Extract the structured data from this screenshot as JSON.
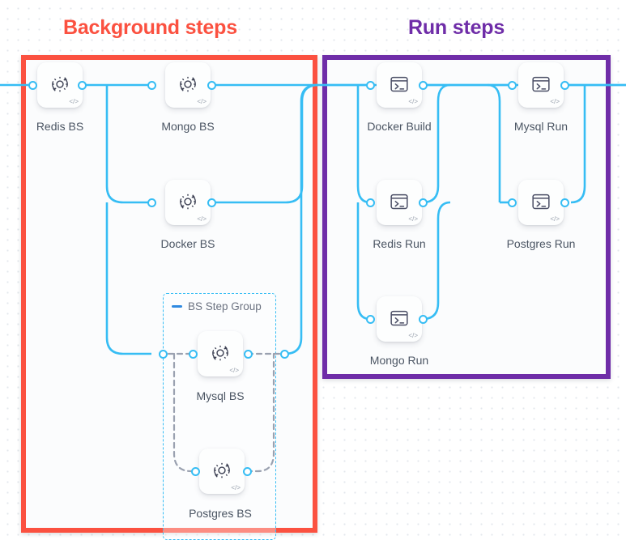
{
  "stages": [
    {
      "id": "background",
      "title": "Background steps",
      "color": "#fb5140"
    },
    {
      "id": "run",
      "title": "Run steps",
      "color": "#6f2da8"
    }
  ],
  "group": {
    "label": "BS Step Group",
    "collapse_icon": "dash-icon",
    "border_color": "#36bdf4"
  },
  "edge_color": "#36bdf4",
  "dashed_edge_color": "#9aa1b0",
  "nodes": [
    {
      "id": "redis-bs",
      "label": "Redis BS",
      "icon": "gear-rotate-icon",
      "badge": "</>",
      "stage": "background"
    },
    {
      "id": "mongo-bs",
      "label": "Mongo BS",
      "icon": "gear-rotate-icon",
      "badge": "</>",
      "stage": "background"
    },
    {
      "id": "docker-bs",
      "label": "Docker BS",
      "icon": "gear-rotate-icon",
      "badge": "</>",
      "stage": "background"
    },
    {
      "id": "mysql-bs",
      "label": "Mysql BS",
      "icon": "gear-rotate-icon",
      "badge": "</>",
      "stage": "background"
    },
    {
      "id": "postgres-bs",
      "label": "Postgres BS",
      "icon": "gear-rotate-icon",
      "badge": "</>",
      "stage": "background"
    },
    {
      "id": "docker-build",
      "label": "Docker Build",
      "icon": "terminal-icon",
      "badge": "</>",
      "stage": "run"
    },
    {
      "id": "mysql-run",
      "label": "Mysql Run",
      "icon": "terminal-icon",
      "badge": "</>",
      "stage": "run"
    },
    {
      "id": "redis-run",
      "label": "Redis Run",
      "icon": "terminal-icon",
      "badge": "</>",
      "stage": "run"
    },
    {
      "id": "postgres-run",
      "label": "Postgres Run",
      "icon": "terminal-icon",
      "badge": "</>",
      "stage": "run"
    },
    {
      "id": "mongo-run",
      "label": "Mongo Run",
      "icon": "terminal-icon",
      "badge": "</>",
      "stage": "run"
    }
  ]
}
